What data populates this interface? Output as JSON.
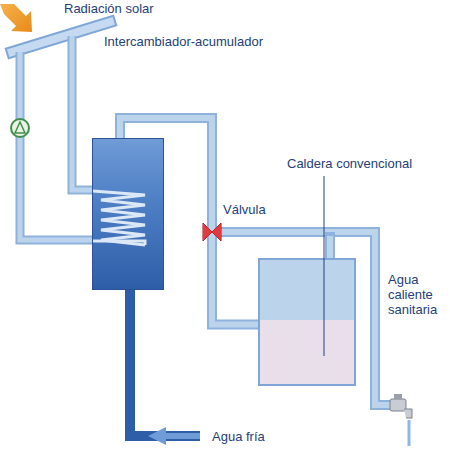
{
  "diagram": {
    "nodes": [
      {
        "text": [
          "Intercambiador-acumulador"
        ]
      },
      {
        "text": [
          "Caldera convencional"
        ]
      }
    ],
    "edges": [
      {
        "from": 0,
        "to": 1,
        "arrow": "none"
      }
    ],
    "labels": [
      "Radiación solar",
      "Válvula",
      "Agua caliente sanitaria",
      "Agua fría"
    ]
  }
}
